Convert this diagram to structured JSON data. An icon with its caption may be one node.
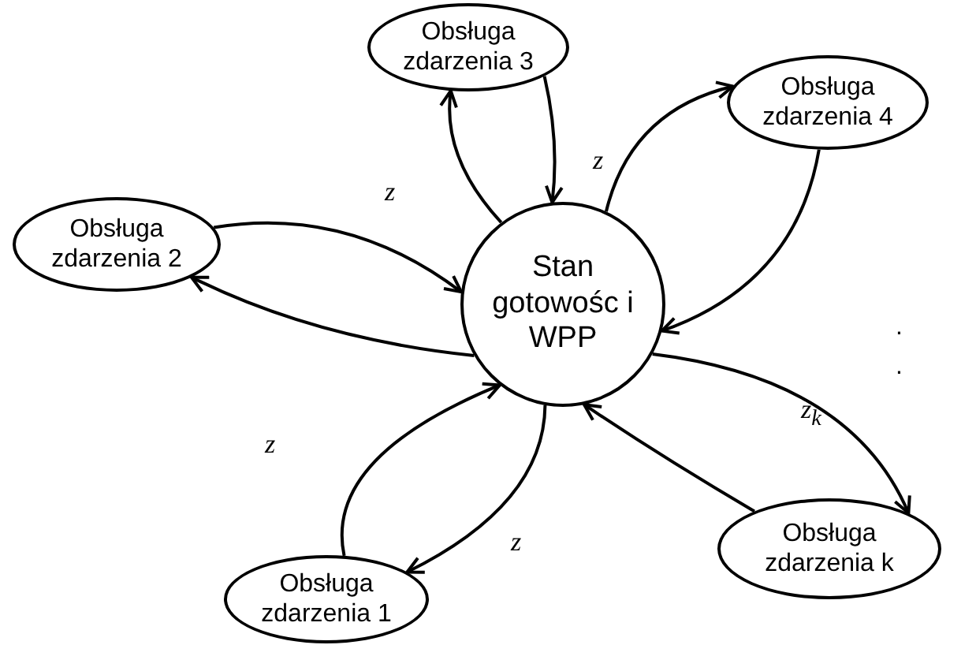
{
  "diagram": {
    "nodes": [
      {
        "text": [
          "Stan gotowośc i WPP"
        ]
      },
      {
        "text": [
          "Obsługa zdarzenia 3"
        ]
      },
      {
        "text": [
          "Obsługa zdarzenia 4"
        ]
      },
      {
        "text": [
          "Obsługa zdarzenia 2"
        ]
      },
      {
        "text": [
          "Obsługa zdarzenia 1"
        ]
      },
      {
        "text": [
          "Obsługa zdarzenia k"
        ]
      }
    ],
    "edges": [
      {
        "from": 1,
        "to": 0,
        "arrow": "to"
      },
      {
        "from": 0,
        "to": 1,
        "arrow": "to",
        "label": "z"
      },
      {
        "from": 0,
        "to": 2,
        "arrow": "to",
        "label": "z"
      },
      {
        "from": 2,
        "to": 0,
        "arrow": "to"
      },
      {
        "from": 3,
        "to": 0,
        "arrow": "to"
      },
      {
        "from": 0,
        "to": 3,
        "arrow": "to",
        "label": "z"
      },
      {
        "from": 4,
        "to": 0,
        "arrow": "to"
      },
      {
        "from": 0,
        "to": 4,
        "arrow": "to",
        "label": "z"
      },
      {
        "from": 0,
        "to": 5,
        "arrow": "to",
        "label": "z$_{k}$"
      },
      {
        "from": 5,
        "to": 0,
        "arrow": "to"
      }
    ],
    "labels": [
      ".",
      "."
    ]
  }
}
